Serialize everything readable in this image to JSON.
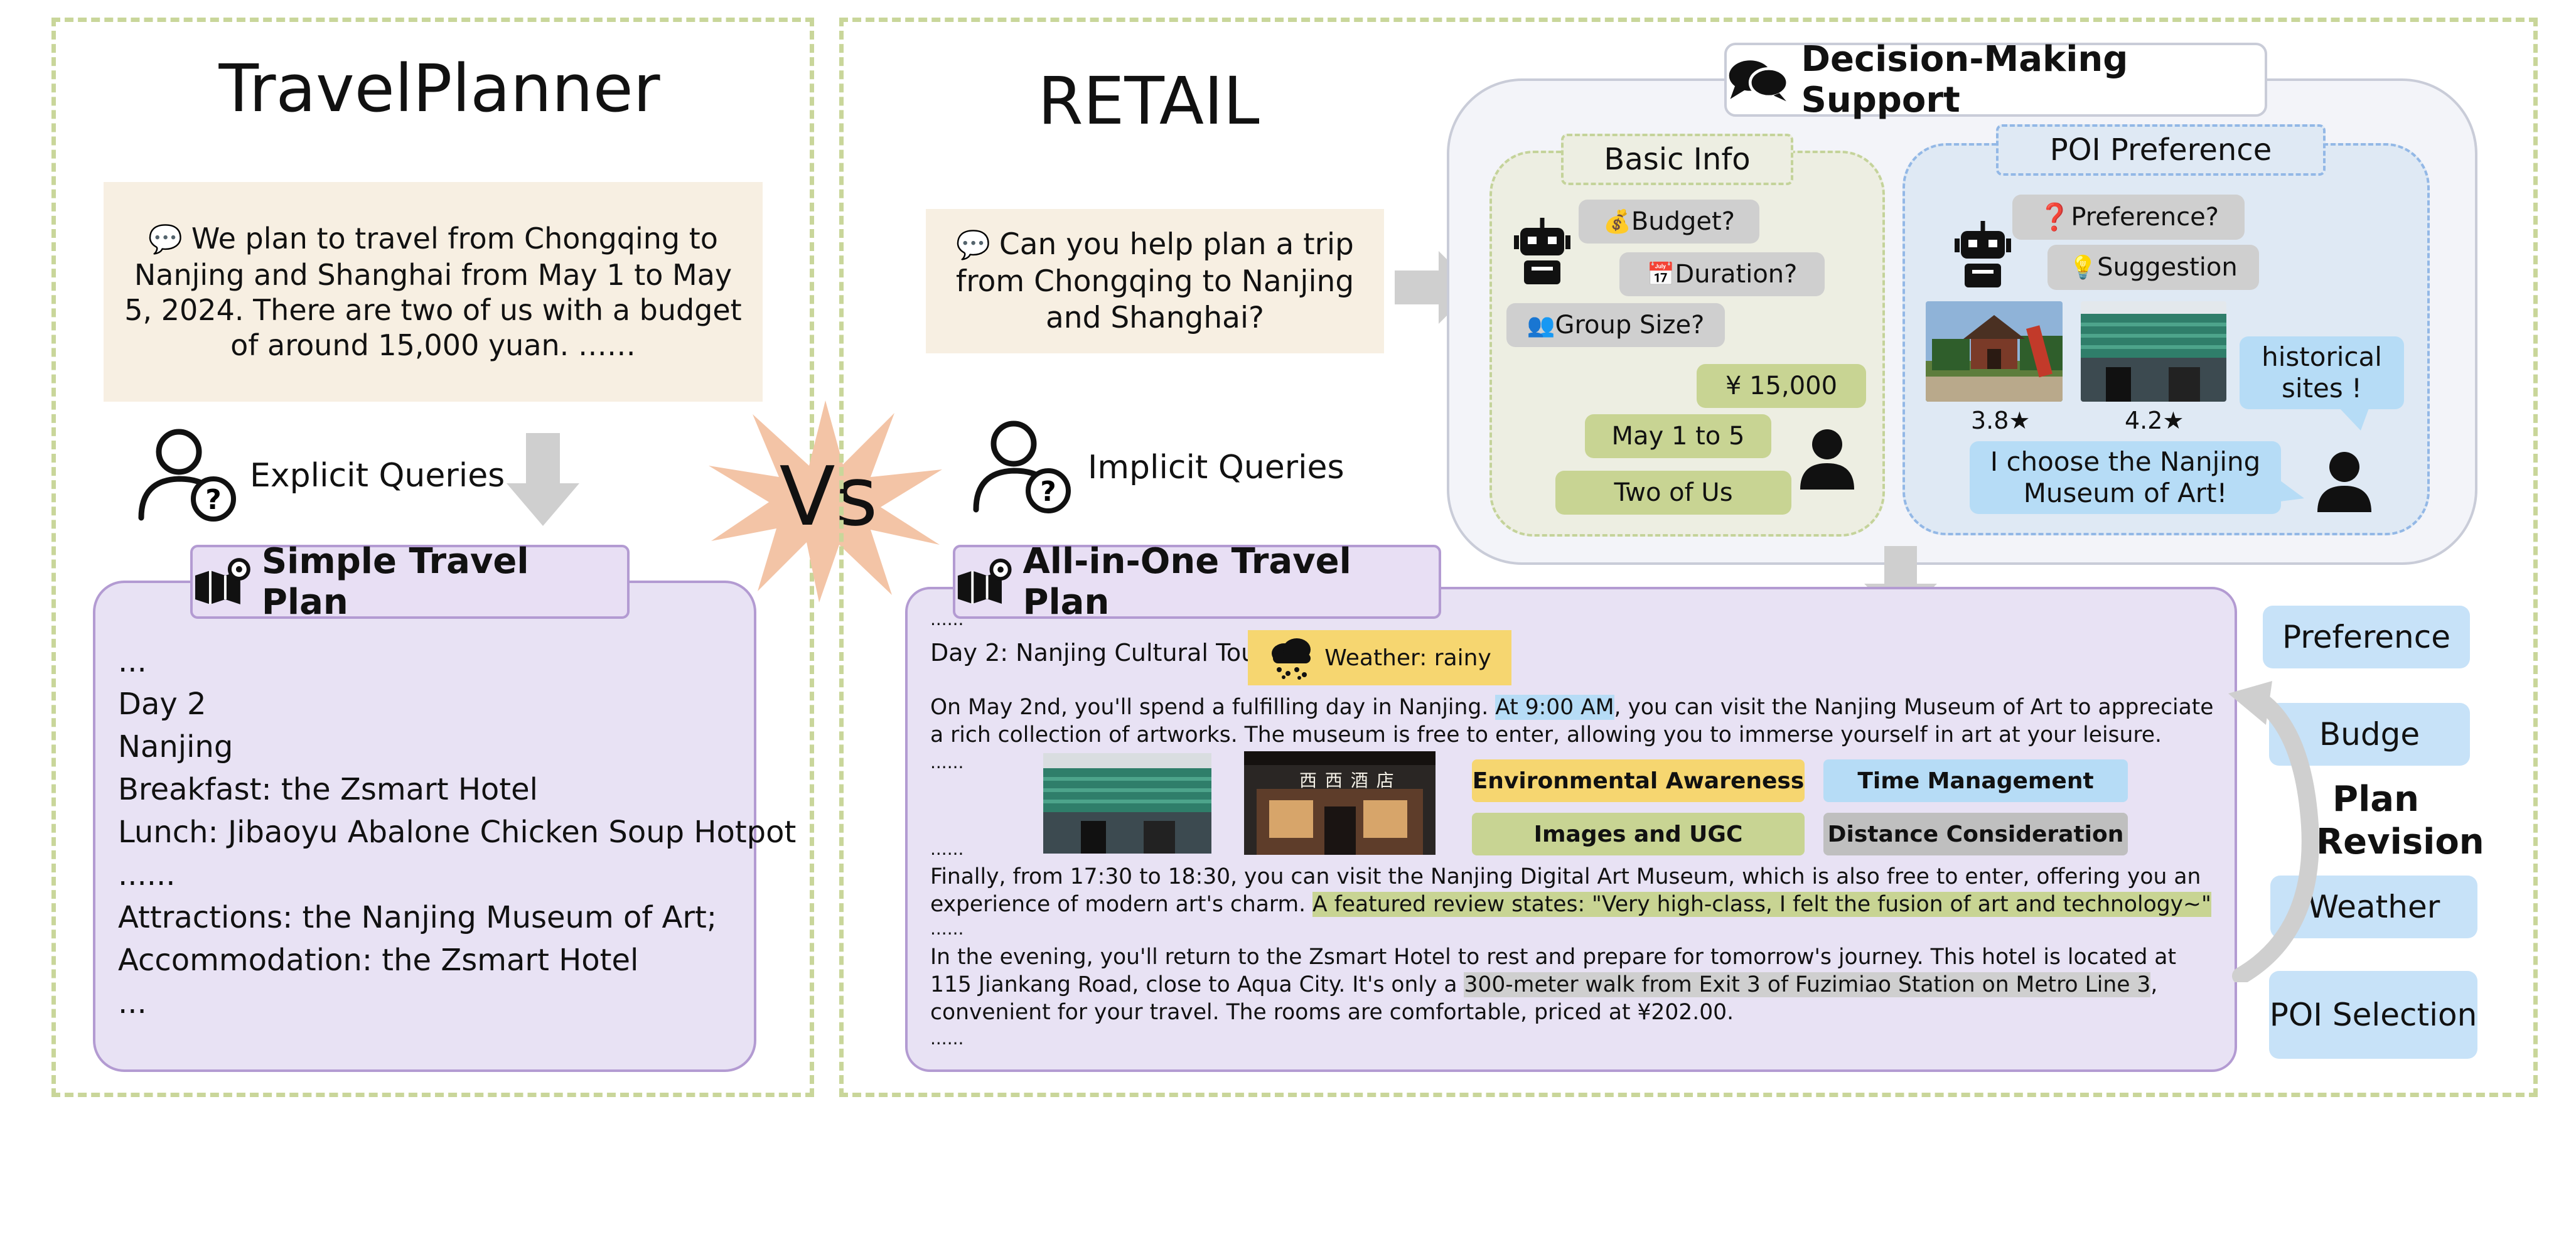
{
  "left": {
    "title": "TravelPlanner",
    "query_icon": "speech-bubble-icon",
    "query_text": "We plan to travel from Chongqing to Nanjing and Shanghai from May 1 to May 5, 2024. There are two of us with a budget of around 15,000 yuan. ……",
    "explicit_label": "Explicit Queries",
    "plan_title": "Simple Travel Plan",
    "plan_lines": [
      "...",
      "Day 2",
      "Nanjing",
      "Breakfast: the Zsmart Hotel",
      "Lunch: Jibaoyu Abalone Chicken Soup Hotpot",
      "......",
      "Attractions: the Nanjing Museum of Art;",
      "Accommodation: the Zsmart Hotel",
      "..."
    ]
  },
  "vs_label": "Vs",
  "right": {
    "title": "RETAIL",
    "query_text": "Can you help plan a trip from Chongqing to Nanjing and Shanghai?",
    "implicit_label": "Implicit Queries",
    "dms_title": "Decision-Making Support",
    "basic_info": {
      "title": "Basic Info",
      "budget_q": "Budget?",
      "duration_q": "Duration?",
      "group_q": "Group Size?",
      "budget_a": "¥ 15,000",
      "duration_a": "May 1 to  5",
      "group_a": "Two of Us"
    },
    "poi_pref": {
      "title": "POI Preference",
      "pref_q": "Preference?",
      "suggestion": "Suggestion",
      "rating1": "3.8★",
      "rating2": "4.2★",
      "user_bubble": "historical sites !",
      "choice": "I choose the Nanjing Museum of Art!"
    },
    "plan_title": "All-in-One Travel Plan",
    "plan": {
      "dots1": "......",
      "day_title": "Day 2: Nanjing Cultural Tour",
      "weather": "Weather: rainy",
      "p1_a": "On May 2nd, you'll spend a fulfilling day in Nanjing. ",
      "p1_hl": "At 9:00 AM",
      "p1_b": ", you can visit the Nanjing Museum of Art to appreciate",
      "p1_line2": "a rich collection of artworks. The museum is free to enter, allowing you to immerse yourself in art at your leisure.",
      "dots2": "......",
      "hotel_sign": "西 西 酒 店",
      "tags": [
        "Environmental Awareness",
        "Time Management",
        "Images and UGC",
        "Distance Consideration"
      ],
      "dots3": "......",
      "p2_line1": "Finally, from 17:30 to 18:30, you can visit the Nanjing Digital Art Museum, which is also free to enter, offering you an",
      "p2_a": "experience of modern art's charm. ",
      "p2_hl": "A featured review states: \"Very high-class, I felt the fusion of art and technology~\"",
      "dots4": "......",
      "p3_line1": "In the evening, you'll return to the Zsmart Hotel to rest and prepare for tomorrow's journey. This hotel is located at",
      "p3_a": "115 Jiankang Road, close to Aqua City. It's only a ",
      "p3_hl": "300-meter walk from Exit 3 of Fuzimiao Station on Metro Line 3",
      "p3_b": ",",
      "p3_line3": "convenient for your travel. The rooms are comfortable, priced at ¥202.00.",
      "dots5": "......"
    },
    "side": {
      "preference": "Preference",
      "budget": "Budge",
      "revision": "Plan Revision",
      "weather": "Weather",
      "poi": "POI Selection"
    }
  },
  "colors": {
    "panel_border": "#c9d69a",
    "query_bg": "#f7efe2",
    "plan_purple": "#e8e2f4",
    "vs_burst": "#f3c4a6",
    "green_pill": "#c8d493",
    "blue_pill": "#b6dcf6"
  }
}
